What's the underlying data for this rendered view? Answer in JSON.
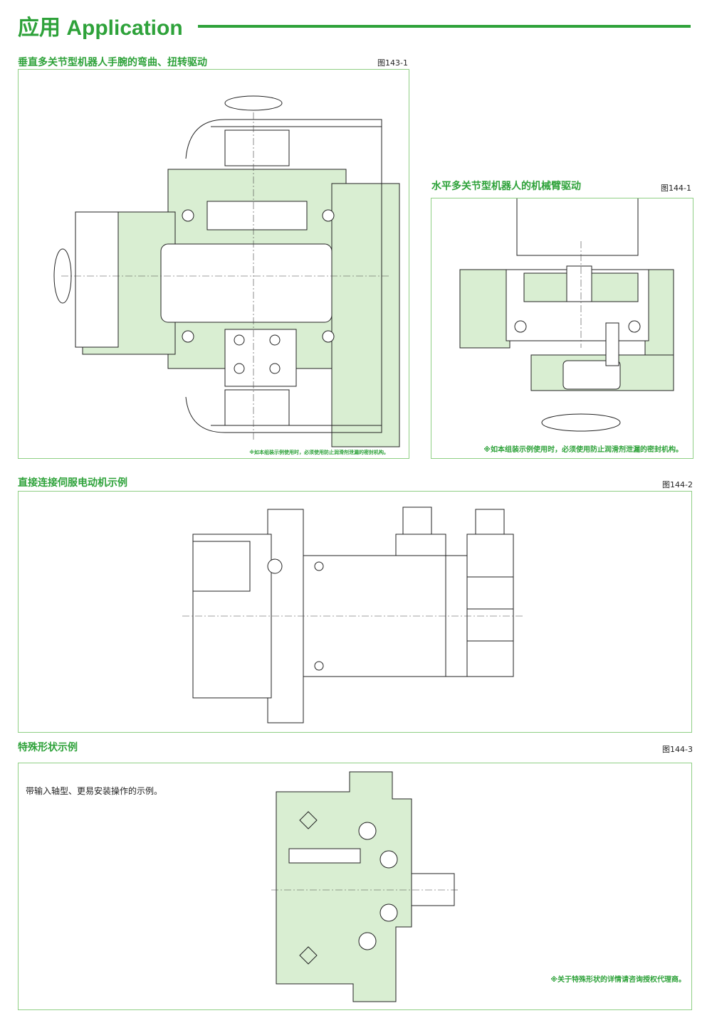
{
  "header": {
    "title": "应用 Application"
  },
  "sections": [
    {
      "title": "垂直多关节型机器人手腕的弯曲、扭转驱动",
      "figure": "图143-1",
      "note": "※如本组装示例使用时，必须使用防止润滑剂泄漏的密封机构。"
    },
    {
      "title": "水平多关节型机器人的机械臂驱动",
      "figure": "图144-1",
      "note": "※如本组装示例使用时，必须使用防止润滑剂泄漏的密封机构。"
    },
    {
      "title": "直接连接伺服电动机示例",
      "figure": "图144-2"
    },
    {
      "title": "特殊形状示例",
      "figure": "图144-3",
      "caption": "带输入轴型、更易安装操作的示例。",
      "note": "※关于特殊形状的详情请咨询授权代理商。"
    }
  ],
  "colors": {
    "accent": "#2ea23a",
    "fill": "#d9eed2",
    "border": "#8fcf84"
  }
}
